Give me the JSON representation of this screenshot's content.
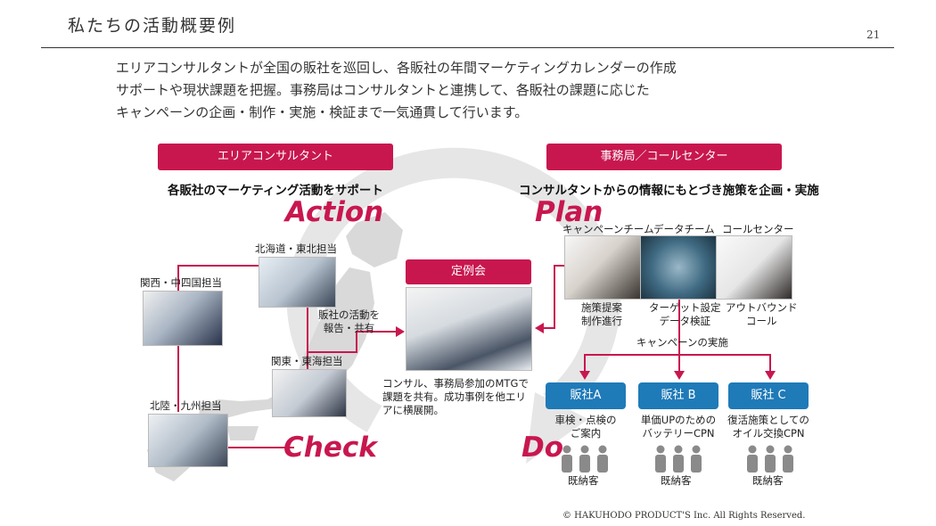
{
  "page": {
    "title": "私たちの活動概要例",
    "page_number": "21",
    "copyright": "© HAKUHODO PRODUCT'S Inc. All Rights Reserved."
  },
  "intro": {
    "line1": "エリアコンサルタントが全国の販社を巡回し、各販社の年間マーケティングカレンダーの作成",
    "line2": "サポートや現状課題を把握。事務局はコンサルタントと連携して、各販社の課題に応じた",
    "line3": "キャンペーンの企画・制作・実施・検証まで一気通貫して行います。"
  },
  "left": {
    "bar": "エリアコンサルタント",
    "heading": "各販社のマーケティング活動をサポート",
    "regions": {
      "hokkaido": "北海道・東北担当",
      "kansai": "関西・中四国担当",
      "kanto": "関東・東海担当",
      "hokuriku": "北陸・九州担当"
    },
    "report": {
      "line1": "販社の活動を",
      "line2": "報告・共有"
    }
  },
  "right": {
    "bar": "事務局／コールセンター",
    "heading": "コンサルタントからの情報にもとづき施策を企画・実施",
    "teams": [
      {
        "name": "キャンペーンチーム",
        "desc1": "施策提案",
        "desc2": "制作進行"
      },
      {
        "name": "データチーム",
        "desc1": "ターゲット設定",
        "desc2": "データ検証"
      },
      {
        "name": "コールセンター",
        "desc1": "アウトバウンド",
        "desc2": "コール"
      }
    ],
    "campaign_label": "キャンペーンの実施"
  },
  "meeting": {
    "bar": "定例会",
    "desc1": "コンサル、事務局参加のMTGで",
    "desc2": "課題を共有。成功事例を他エリ",
    "desc3": "アに横展開。"
  },
  "phases": {
    "action": "Action",
    "plan": "Plan",
    "check": "Check",
    "do": "Do"
  },
  "dealers": [
    {
      "name": "販社A",
      "desc1": "車検・点検の",
      "desc2": "ご案内",
      "customer": "既納客"
    },
    {
      "name": "販社 B",
      "desc1": "単価UPのための",
      "desc2": "バッテリーCPN",
      "customer": "既納客"
    },
    {
      "name": "販社 C",
      "desc1": "復活施策としての",
      "desc2": "オイル交換CPN",
      "customer": "既納客"
    }
  ],
  "colors": {
    "accent": "#c8174f",
    "blue": "#1f7ab8",
    "map": "#d9d9d9",
    "cycle": "#e6e6e6"
  },
  "icons": [
    "japan-map-silhouette",
    "cycle-arrow",
    "person-icon"
  ]
}
